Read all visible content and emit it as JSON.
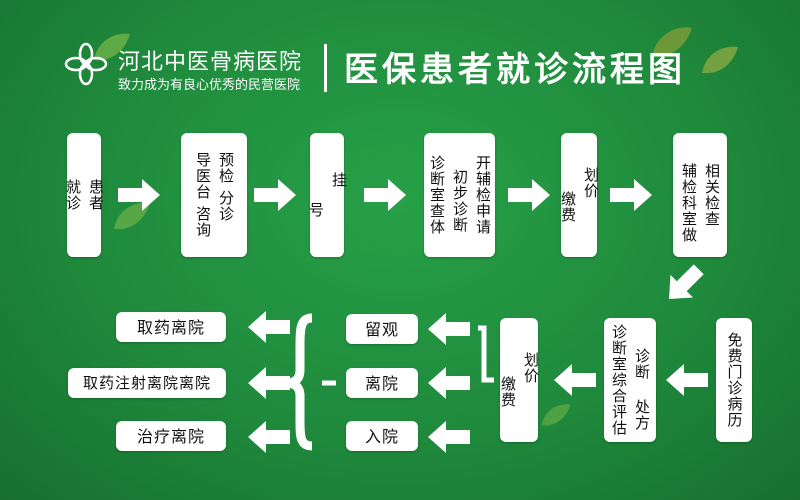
{
  "header": {
    "hospital_name": "河北中医骨病医院",
    "slogan": "致力成为有良心优秀的民营医院",
    "title": "医保患者就诊流程图",
    "logo_icon": "lotus-logo-icon"
  },
  "colors": {
    "background": "#1f8a3c",
    "node": "#ffffff",
    "arrow": "#ffffff",
    "leaf": "#5aa83a"
  },
  "row1": [
    {
      "id": "n1",
      "cols": [
        "患者",
        "就诊"
      ]
    },
    {
      "id": "n2",
      "cols": [
        "预检",
        "导医台",
        "分诊",
        "咨询"
      ]
    },
    {
      "id": "n3",
      "cols": [
        "挂",
        "号"
      ]
    },
    {
      "id": "n4",
      "cols": [
        "开辅检申请",
        "初步诊断",
        "诊断室查体"
      ]
    },
    {
      "id": "n5",
      "cols": [
        "划价",
        "缴费"
      ]
    },
    {
      "id": "n6",
      "cols": [
        "相关检查",
        "辅检科室做"
      ]
    }
  ],
  "row2": [
    {
      "id": "n7",
      "cols": [
        "免费门诊病历"
      ]
    },
    {
      "id": "n8",
      "cols": [
        "诊断 处方",
        "诊断室综合评估"
      ]
    },
    {
      "id": "n9",
      "cols": [
        "划价",
        "缴费"
      ]
    }
  ],
  "middle": [
    {
      "id": "m1",
      "label": "留观"
    },
    {
      "id": "m2",
      "label": "离院"
    },
    {
      "id": "m3",
      "label": "入院"
    }
  ],
  "outcomes": [
    {
      "id": "o1",
      "label": "取药离院"
    },
    {
      "id": "o2",
      "label": "取药注射离院离院"
    },
    {
      "id": "o3",
      "label": "治疗离院"
    }
  ]
}
